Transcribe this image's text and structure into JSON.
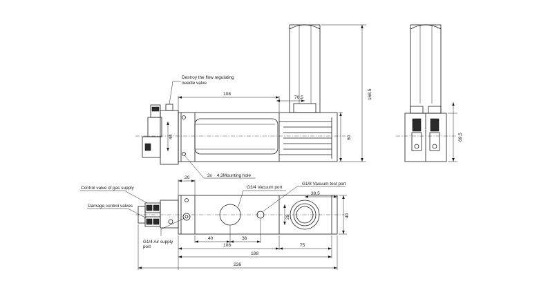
{
  "annotations": {
    "needle_valve": [
      "Destroy the flow regulating",
      "needle valve"
    ],
    "mounting_hole": "3x    4,3Mounting hole",
    "gas_supply": "Control valve of gas supply",
    "damage_valves": "Damage control valves",
    "g34_port": "G3/4 Vacuum port",
    "g18_port": "G1/8 Vacuum test port",
    "air_port": [
      "G1/4 Air supply",
      "port"
    ]
  },
  "dimensions": {
    "d108_top": "108",
    "d70_5": "70,5",
    "d168_5": "168,5",
    "d44": "44",
    "d60": "60",
    "d69_5": "69,5",
    "d20": "20",
    "d39_5": "39,5",
    "d29": "29",
    "d40_right": "40",
    "d40_bottom": "40",
    "d38": "38",
    "d108_bottom": "108",
    "d75": "75",
    "d188": "188",
    "d236": "236"
  },
  "colors": {
    "line": "#1a1a1a",
    "background": "#ffffff"
  }
}
